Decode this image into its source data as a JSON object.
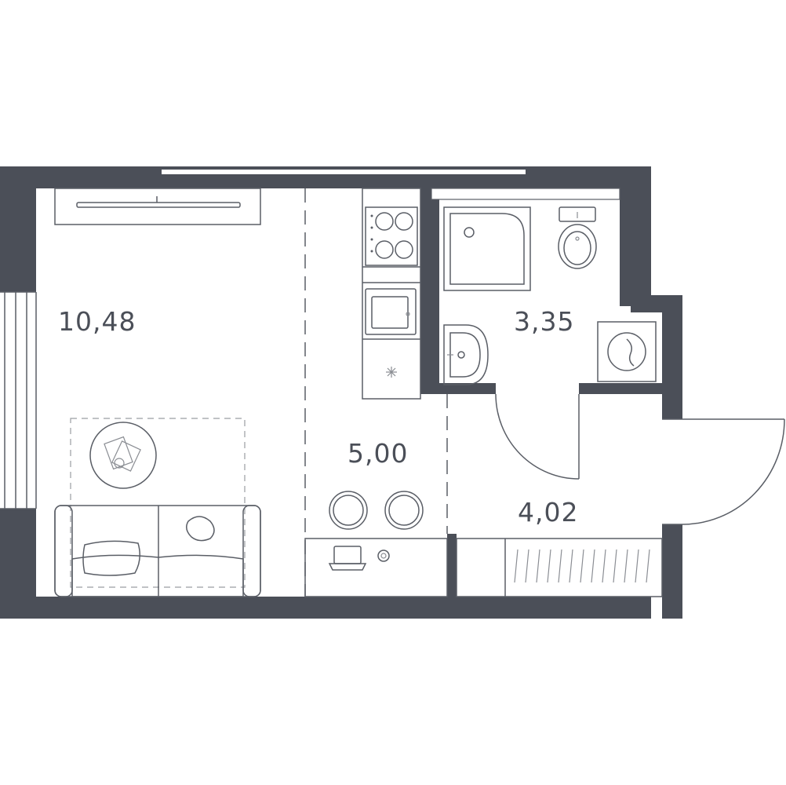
{
  "rooms": [
    {
      "id": "living-room",
      "area": "10,48"
    },
    {
      "id": "bathroom",
      "area": "3,35"
    },
    {
      "id": "kitchen",
      "area": "5,00"
    },
    {
      "id": "hallway",
      "area": "4,02"
    }
  ],
  "colors": {
    "wall": "#4b4f58",
    "background": "#ffffff",
    "label": "#4b4f58"
  }
}
